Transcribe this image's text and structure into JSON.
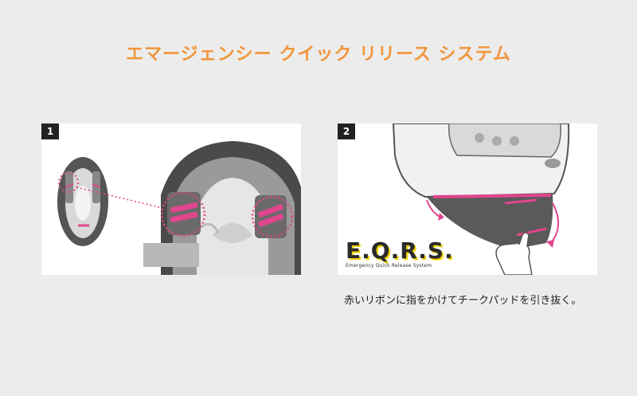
{
  "title": "エマージェンシー クイック リリース システム",
  "title_color": "#f0963c",
  "accent_color": "#e0458d",
  "steps": [
    {
      "number": "1"
    },
    {
      "number": "2"
    }
  ],
  "logo": {
    "text": "E.Q.R.S.",
    "subtitle": "Emergency Quick Release System"
  },
  "caption": "赤いリボンに指をかけてチークパッドを引き抜く。"
}
